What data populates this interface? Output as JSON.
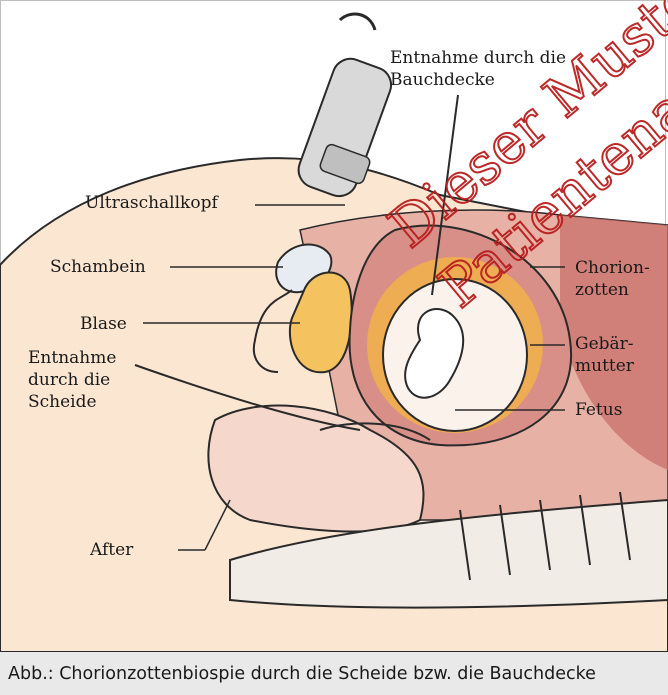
{
  "labels": {
    "abdominal_sampling": "Entnahme durch die\nBauchdecke",
    "ultrasound_probe": "Ultraschallkopf",
    "pubic_bone": "Schambein",
    "bladder": "Blase",
    "vaginal_sampling": "Entnahme\ndurch die\nScheide",
    "anus": "After",
    "chorionic_villi": "Chorion-\nzotten",
    "uterus": "Gebär-\nmutter",
    "fetus": "Fetus"
  },
  "watermark": "Dieser Musterkopie\nPatientenaufklärung",
  "caption": "Abb.: Chorionzottenbiospie durch die Scheide bzw. die Bauchdecke",
  "colors": {
    "skin": "#fbe6d2",
    "tissue": "#e7b1a6",
    "uterus_wall": "#d88f87",
    "deep_tissue": "#c86a66",
    "bladder": "#f4c25e",
    "amnion": "#fbf2ec",
    "villi": "#f2b24a",
    "caption_bg": "#e9e9e9",
    "watermark": "#b81e1e"
  }
}
